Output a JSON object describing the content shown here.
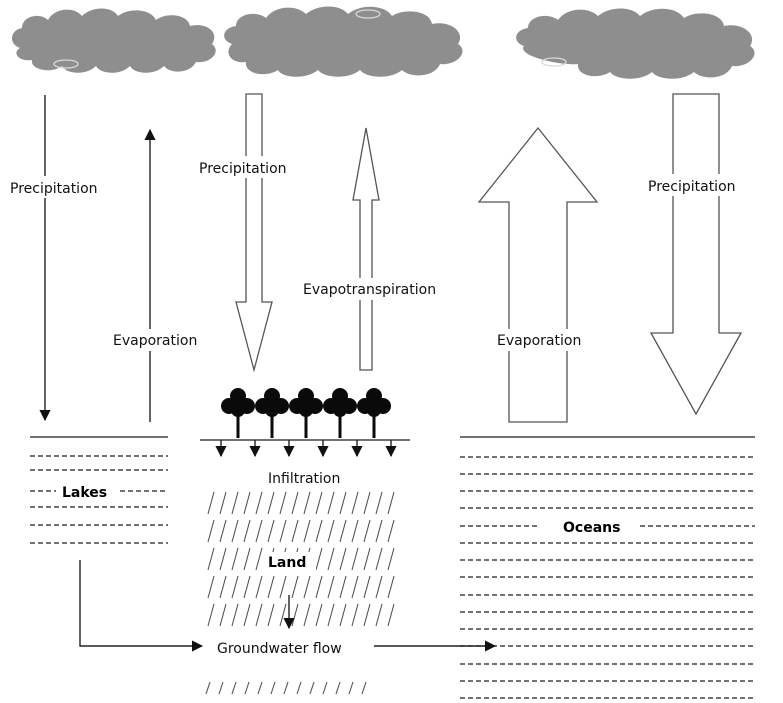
{
  "labels": {
    "precip_left": "Precipitation",
    "evap_left": "Evaporation",
    "precip_mid": "Precipitation",
    "evapotranspiration": "Evapotranspiration",
    "evap_right": "Evaporation",
    "precip_right": "Precipitation",
    "infiltration": "Infiltration",
    "lakes": "Lakes",
    "land": "Land",
    "oceans": "Oceans",
    "groundwater": "Groundwater flow"
  },
  "colors": {
    "cloud": "#8e8e8e",
    "tree": "#0a0a0a",
    "arrow_outline": "#555555"
  },
  "icons": [
    "cloud-icon",
    "tree-icon"
  ]
}
